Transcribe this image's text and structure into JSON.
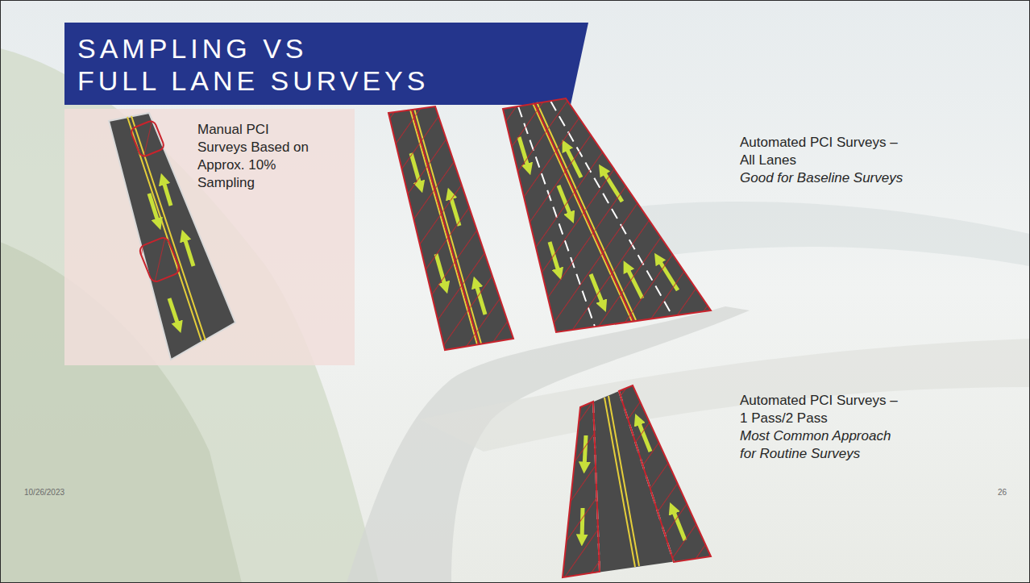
{
  "diagram": {
    "title": "SAMPLING VS FULL LANE SURVEYS",
    "nodes": [
      {
        "text": [
          "Manual PCI Surveys Based on Approx. 10% Sampling"
        ]
      }
    ],
    "labels": [
      "Automated PCI Surveys – All Lanes",
      "Good for Baseline Surveys",
      "Automated PCI Surveys – 1 Pass/2 Pass",
      "Most Common Approach for Routine Surveys",
      "10/26/2023",
      "26"
    ]
  }
}
